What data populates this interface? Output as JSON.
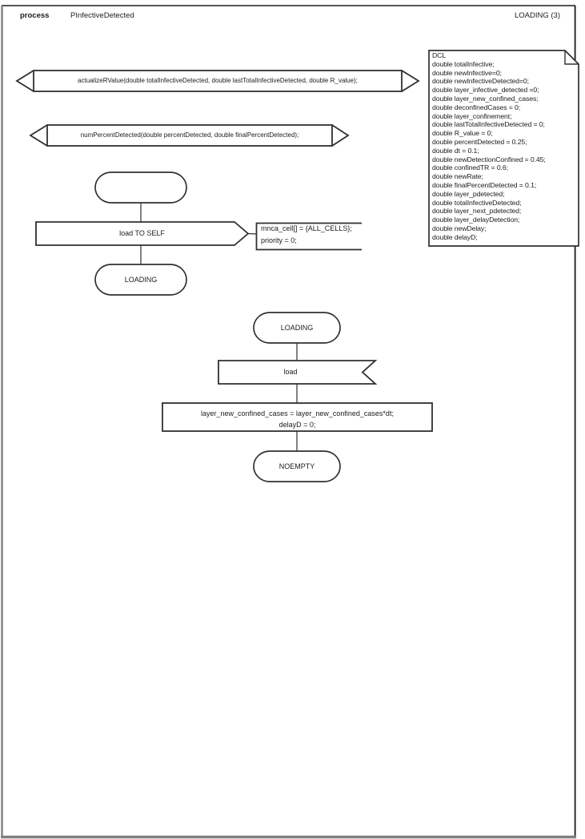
{
  "header": {
    "kind_label": "process",
    "process_name": "PInfectiveDetected",
    "page_label": "LOADING (3)"
  },
  "procedures": {
    "procedure1": "actualizeRValue(double totalInfectiveDetected, double lastTotalInfectiveDetected, double R_value);",
    "procedure2": "numPercentDetected(double percentDetected, double finalPercentDetected);"
  },
  "dcl": {
    "lines": [
      "DCL",
      "double totalInfective;",
      "double newInfective=0;",
      "double newInfectiveDetected=0;",
      "double layer_infective_detected =0;",
      "double layer_new_confined_cases;",
      "double deconfinedCases = 0;",
      "double layer_confinement;",
      "double lastTotalInfectiveDetected = 0;",
      "double R_value = 0;",
      "double percentDetected = 0.25;",
      "double dt = 0.1;",
      "double newDetectionConfined = 0.45;",
      "double confinedTR = 0.6;",
      "double newRate;",
      "double finalPercentDetected = 0.1;",
      "double layer_pdetected;",
      "double totalInfectiveDetected;",
      "double layer_next_pdetected;",
      "double layer_delayDetection;",
      "double newDelay;",
      "double delayD;"
    ]
  },
  "start_flow": {
    "output_label": "load TO SELF",
    "comment_lines": [
      "mnca_cell[] = {ALL_CELLS};",
      "priority = 0;"
    ],
    "next_state": "LOADING"
  },
  "loading_flow": {
    "state": "LOADING",
    "input_label": "load",
    "task_lines": [
      "layer_new_confined_cases = layer_new_confined_cases*dt;",
      "delayD = 0;"
    ],
    "next_state": "NOEMPTY"
  },
  "colors": {
    "shape_stroke": "#303030",
    "frame_dark": "#1a1a1a",
    "frame_gray": "#808080"
  }
}
